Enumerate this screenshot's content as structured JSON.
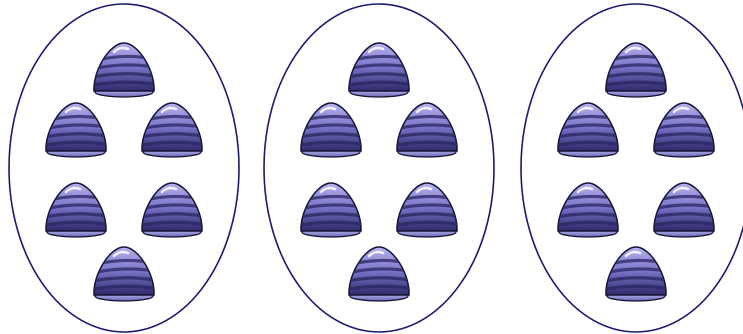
{
  "groups": [
    {
      "shell_count": 6
    },
    {
      "shell_count": 6
    },
    {
      "shell_count": 6
    }
  ],
  "colors": {
    "background": "#ffffff",
    "oval_stroke": "#1a1a6e",
    "shell_light": "#b6b3ee",
    "shell_mid": "#7a74c9",
    "shell_dark": "#2e2a6a",
    "shell_outline": "#141234",
    "shell_highlight": "#ffffff"
  },
  "icons": {
    "shell": "striped-shell-icon",
    "group": "oval-group"
  }
}
